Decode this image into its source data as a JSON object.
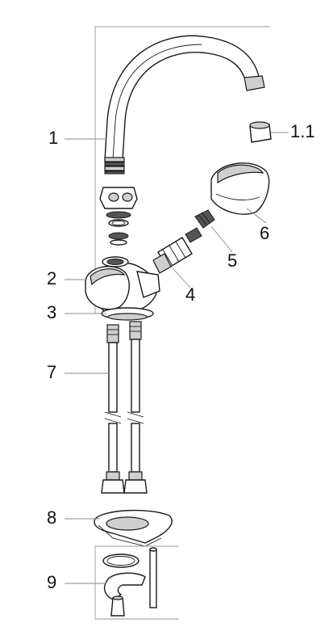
{
  "labels": {
    "spout": "1",
    "aerator": "1.1",
    "handle_left": "2",
    "body": "3",
    "cartridge": "4",
    "valve_seat": "5",
    "handle_right": "6",
    "hoses": "7",
    "base_plate": "8",
    "mounting_kit": "9"
  },
  "colors": {
    "line": "#1a1a1a",
    "shade": "#cfcfcf",
    "leader": "#8a8a8a"
  }
}
